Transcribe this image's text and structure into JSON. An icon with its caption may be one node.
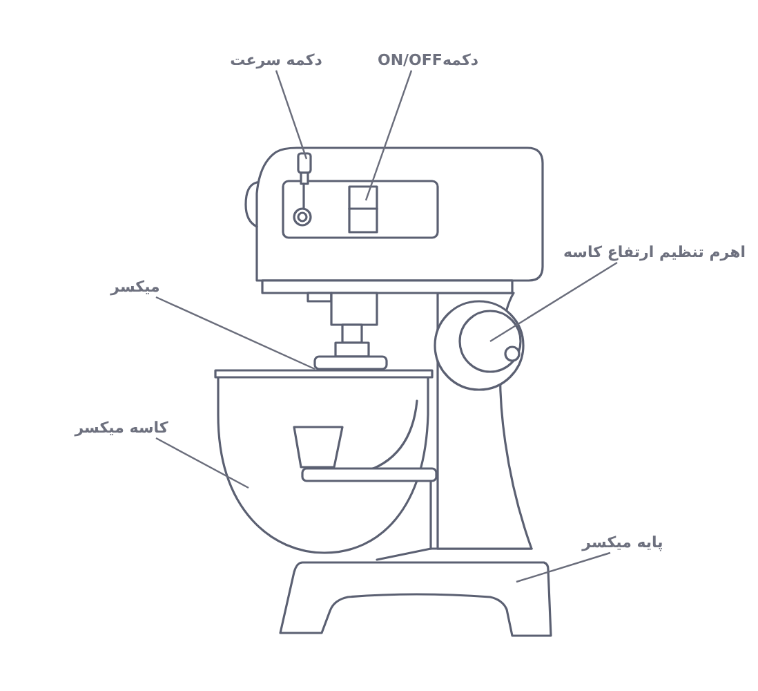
{
  "diagram": {
    "nodes": [
      {
        "text": [
          "دکمه سرعت"
        ]
      },
      {
        "text": [
          "دکمهON/OFF"
        ]
      },
      {
        "text": [
          "اهرم تنظیم ارتفاع کاسه"
        ]
      },
      {
        "text": [
          "میکسر"
        ]
      },
      {
        "text": [
          "کاسه میکسر"
        ]
      },
      {
        "text": [
          "پایه میکسر"
        ]
      }
    ],
    "edges": [
      {
        "from": 0,
        "to": null,
        "arrow": "none"
      },
      {
        "from": 1,
        "to": null,
        "arrow": "none"
      },
      {
        "from": 2,
        "to": null,
        "arrow": "none"
      },
      {
        "from": 3,
        "to": null,
        "arrow": "none"
      },
      {
        "from": 4,
        "to": null,
        "arrow": "none"
      },
      {
        "from": 5,
        "to": null,
        "arrow": "none"
      }
    ]
  }
}
